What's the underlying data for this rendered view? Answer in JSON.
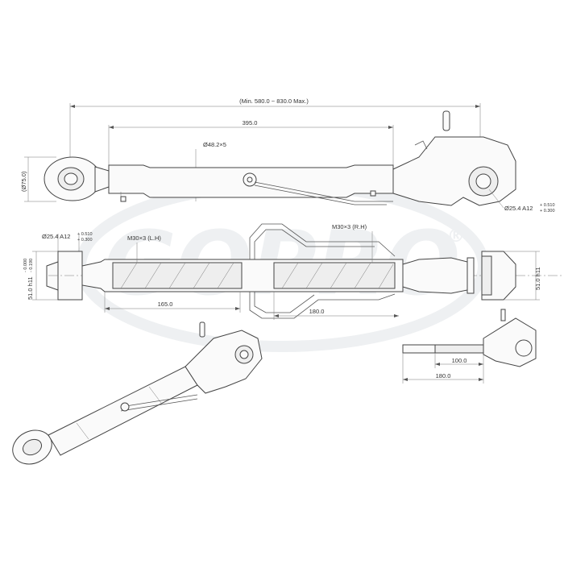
{
  "watermark": {
    "text": "GOPRO",
    "registered": "®"
  },
  "top_view": {
    "overall_length": "(Min. 580.0 ~ 830.0 Max.)",
    "body_length": "395.0",
    "tube_diameter": "Ø48.2×5",
    "eye_diameter": "(Ø75.0)",
    "pin_diameter": "Ø25.4 A12",
    "pin_tol_upper": "+ 0.510",
    "pin_tol_lower": "+ 0.300"
  },
  "section_view": {
    "left_pin_diameter": "Ø25.4 A12",
    "left_pin_tol_upper": "+ 0.510",
    "left_pin_tol_lower": "+ 0.300",
    "thread_left": "M30×3 (L.H)",
    "thread_right": "M30×3 (R.H)",
    "left_width": "51.0 h11",
    "left_width_tol_upper": "- 0.000",
    "left_width_tol_lower": "- 0.190",
    "right_width": "51.0 h11",
    "left_thread_length": "165.0",
    "right_thread_length": "180.0"
  },
  "detail_view": {
    "inner_length": "100.0",
    "outer_length": "180.0"
  }
}
